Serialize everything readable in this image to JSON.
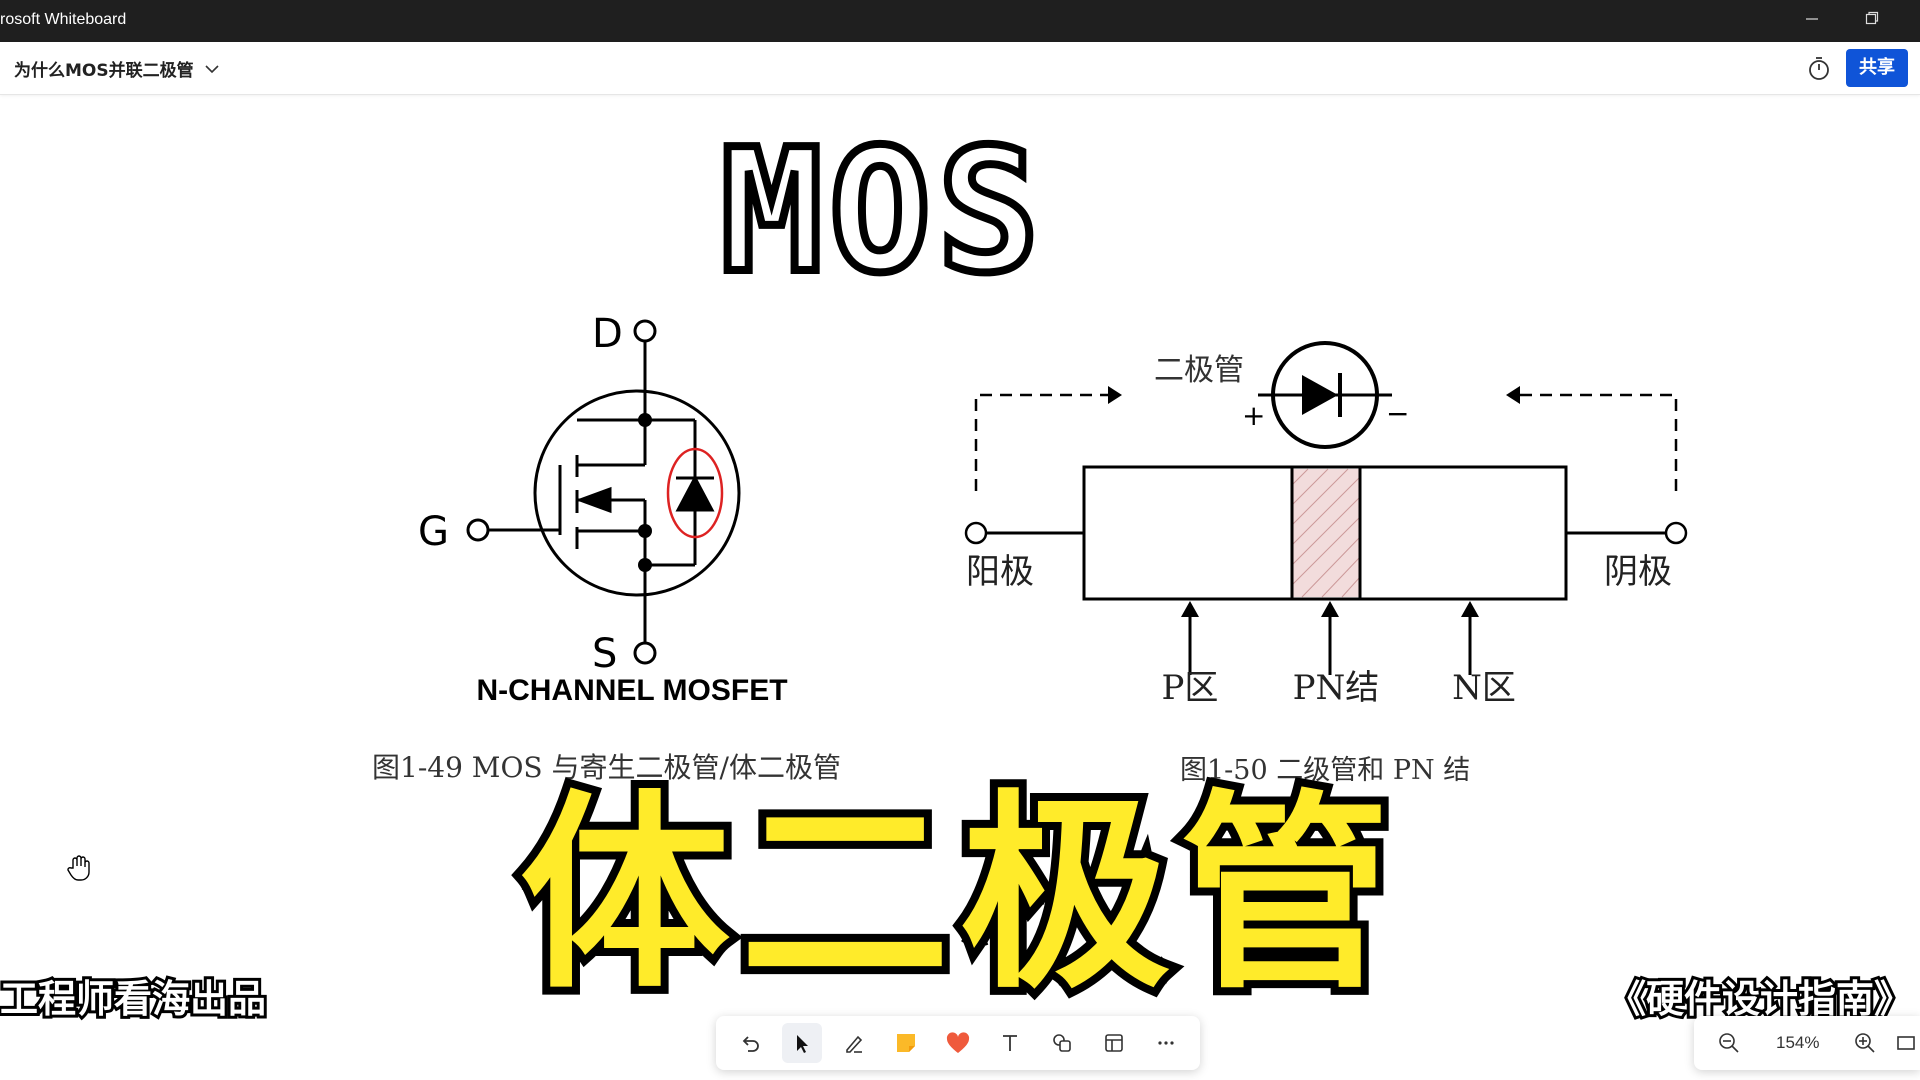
{
  "window": {
    "title": "rosoft Whiteboard"
  },
  "toolbar": {
    "board_name": "为什么MOS并联二极管",
    "share_label": "共享"
  },
  "canvas": {
    "mos_title": "MOS",
    "mosfet": {
      "d_label": "D",
      "g_label": "G",
      "s_label": "S",
      "name": "N-CHANNEL MOSFET"
    },
    "fig49_caption": "图1-49  MOS 与寄生二极管/体二极管",
    "diode": {
      "label": "二极管",
      "plus": "+",
      "minus": "−",
      "anode": "阳极",
      "cathode": "阴极",
      "p_region": "P区",
      "pn_junction": "PN结",
      "n_region": "N区"
    },
    "fig50_caption": "图1-50  二级管和 PN 结",
    "big_title": "体二极管",
    "caption_left": "工程师看海出品",
    "caption_right": "《硬件设计指南》"
  },
  "tools": [
    "undo-icon",
    "select-icon",
    "pen-icon",
    "sticky-note-icon",
    "reaction-icon",
    "text-icon",
    "shapes-icon",
    "template-icon",
    "more-icon"
  ],
  "zoom": {
    "value": "154%"
  }
}
